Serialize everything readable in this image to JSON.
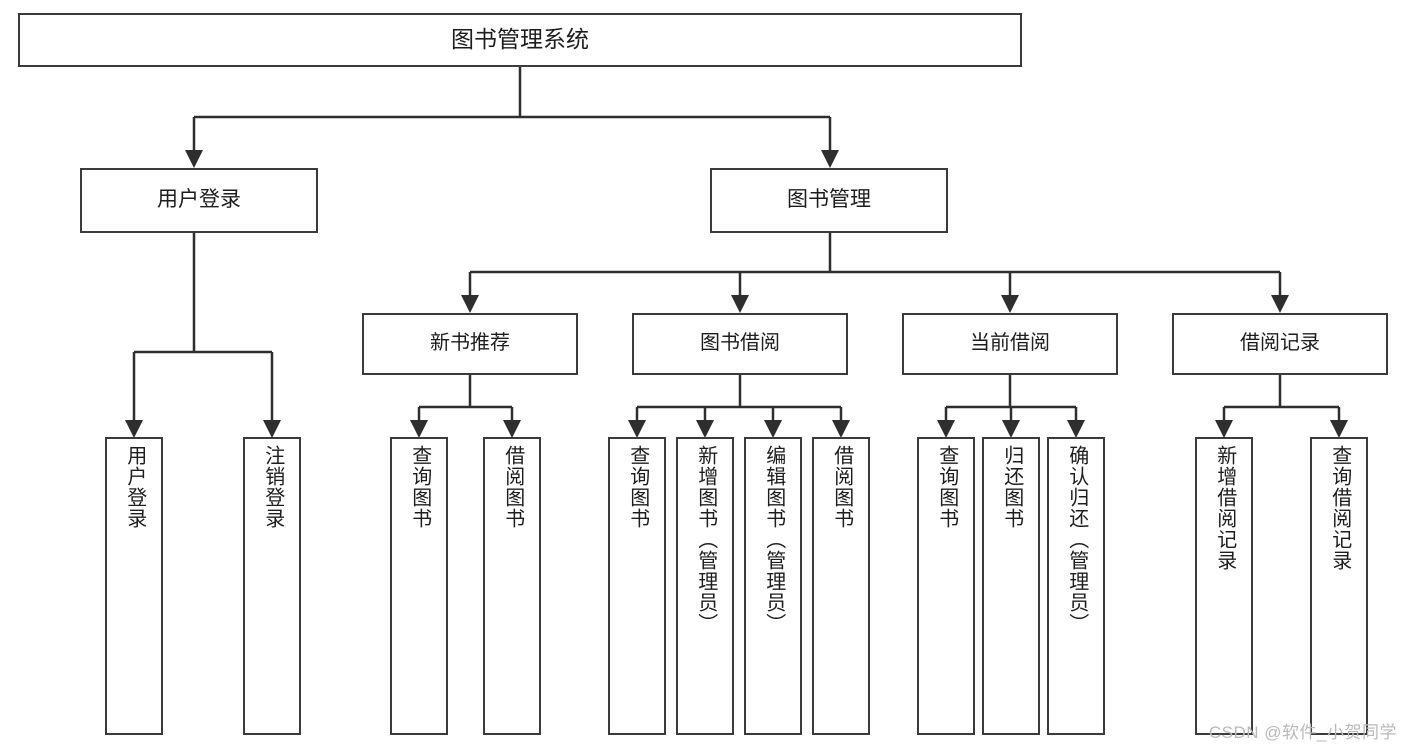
{
  "diagram": {
    "type": "tree-hierarchy",
    "title": "图书管理系统",
    "root": {
      "label": "图书管理系统"
    },
    "level2": [
      {
        "label": "用户登录"
      },
      {
        "label": "图书管理"
      }
    ],
    "level3": [
      {
        "label": "新书推荐"
      },
      {
        "label": "图书借阅"
      },
      {
        "label": "当前借阅"
      },
      {
        "label": "借阅记录"
      }
    ],
    "leaves": {
      "user_login": [
        {
          "label": "用户登录"
        },
        {
          "label": "注销登录"
        }
      ],
      "new_book_recommend": [
        {
          "label": "查询图书"
        },
        {
          "label": "借阅图书"
        }
      ],
      "book_borrow": [
        {
          "label": "查询图书"
        },
        {
          "label": "新增图书（管理员）"
        },
        {
          "label": "编辑图书（管理员）"
        },
        {
          "label": "借阅图书"
        }
      ],
      "current_borrow": [
        {
          "label": "查询图书"
        },
        {
          "label": "归还图书"
        },
        {
          "label": "确认归还（管理员）"
        }
      ],
      "borrow_record": [
        {
          "label": "新增借阅记录"
        },
        {
          "label": "查询借阅记录"
        }
      ]
    }
  },
  "watermark": {
    "text": "CSDN @软件_小贺同学"
  },
  "colors": {
    "border": "#3b3b3b",
    "line": "#2e2e2e",
    "background": "#ffffff",
    "text": "#1d1d1d",
    "watermark": "#b9b9b9"
  }
}
